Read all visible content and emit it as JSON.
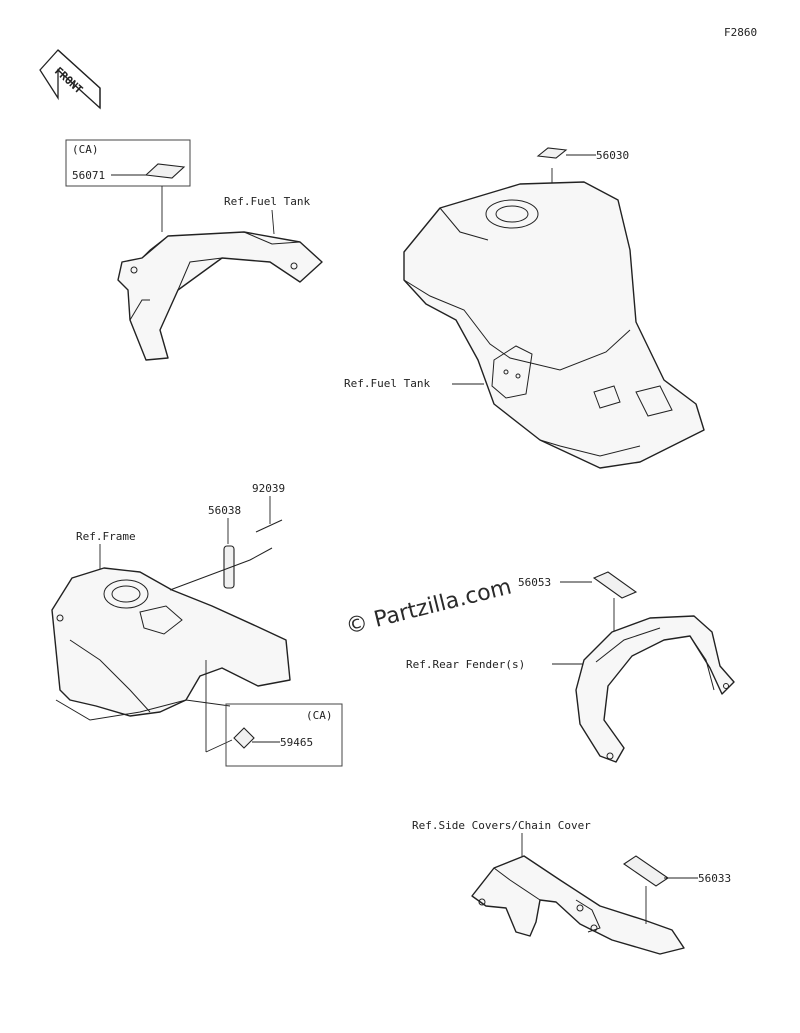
{
  "figure_code": "F2860",
  "front_arrow": {
    "label": "FRONT",
    "icon": "front-arrow-icon"
  },
  "watermark": "© Partzilla.com",
  "refs": {
    "fuel_tank_top": "Ref.Fuel Tank",
    "fuel_tank_main": "Ref.Fuel Tank",
    "frame": "Ref.Frame",
    "rear_fender": "Ref.Rear Fender(s)",
    "side_covers": "Ref.Side Covers/Chain Cover"
  },
  "ca_boxes": {
    "top": "(CA)",
    "bottom": "(CA)"
  },
  "parts": {
    "p56071": "56071",
    "p56030": "56030",
    "p92039": "92039",
    "p56038": "56038",
    "p59465": "59465",
    "p56053": "56053",
    "p56033": "56033"
  }
}
